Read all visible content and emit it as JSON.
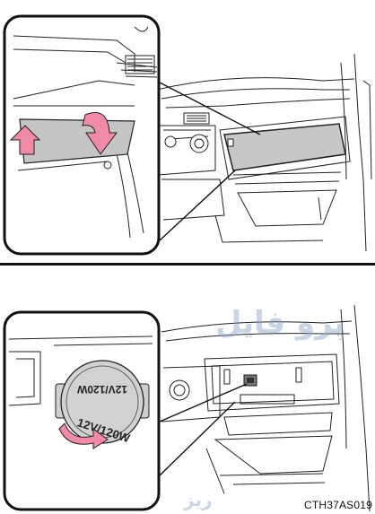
{
  "figure_code": "CTH37AS019",
  "bulb_label_outer": "12V/120W",
  "bulb_label_inner": "12V/120W",
  "watermark_arabic": "پرو فایل",
  "watermark_latin": "ریز"
}
